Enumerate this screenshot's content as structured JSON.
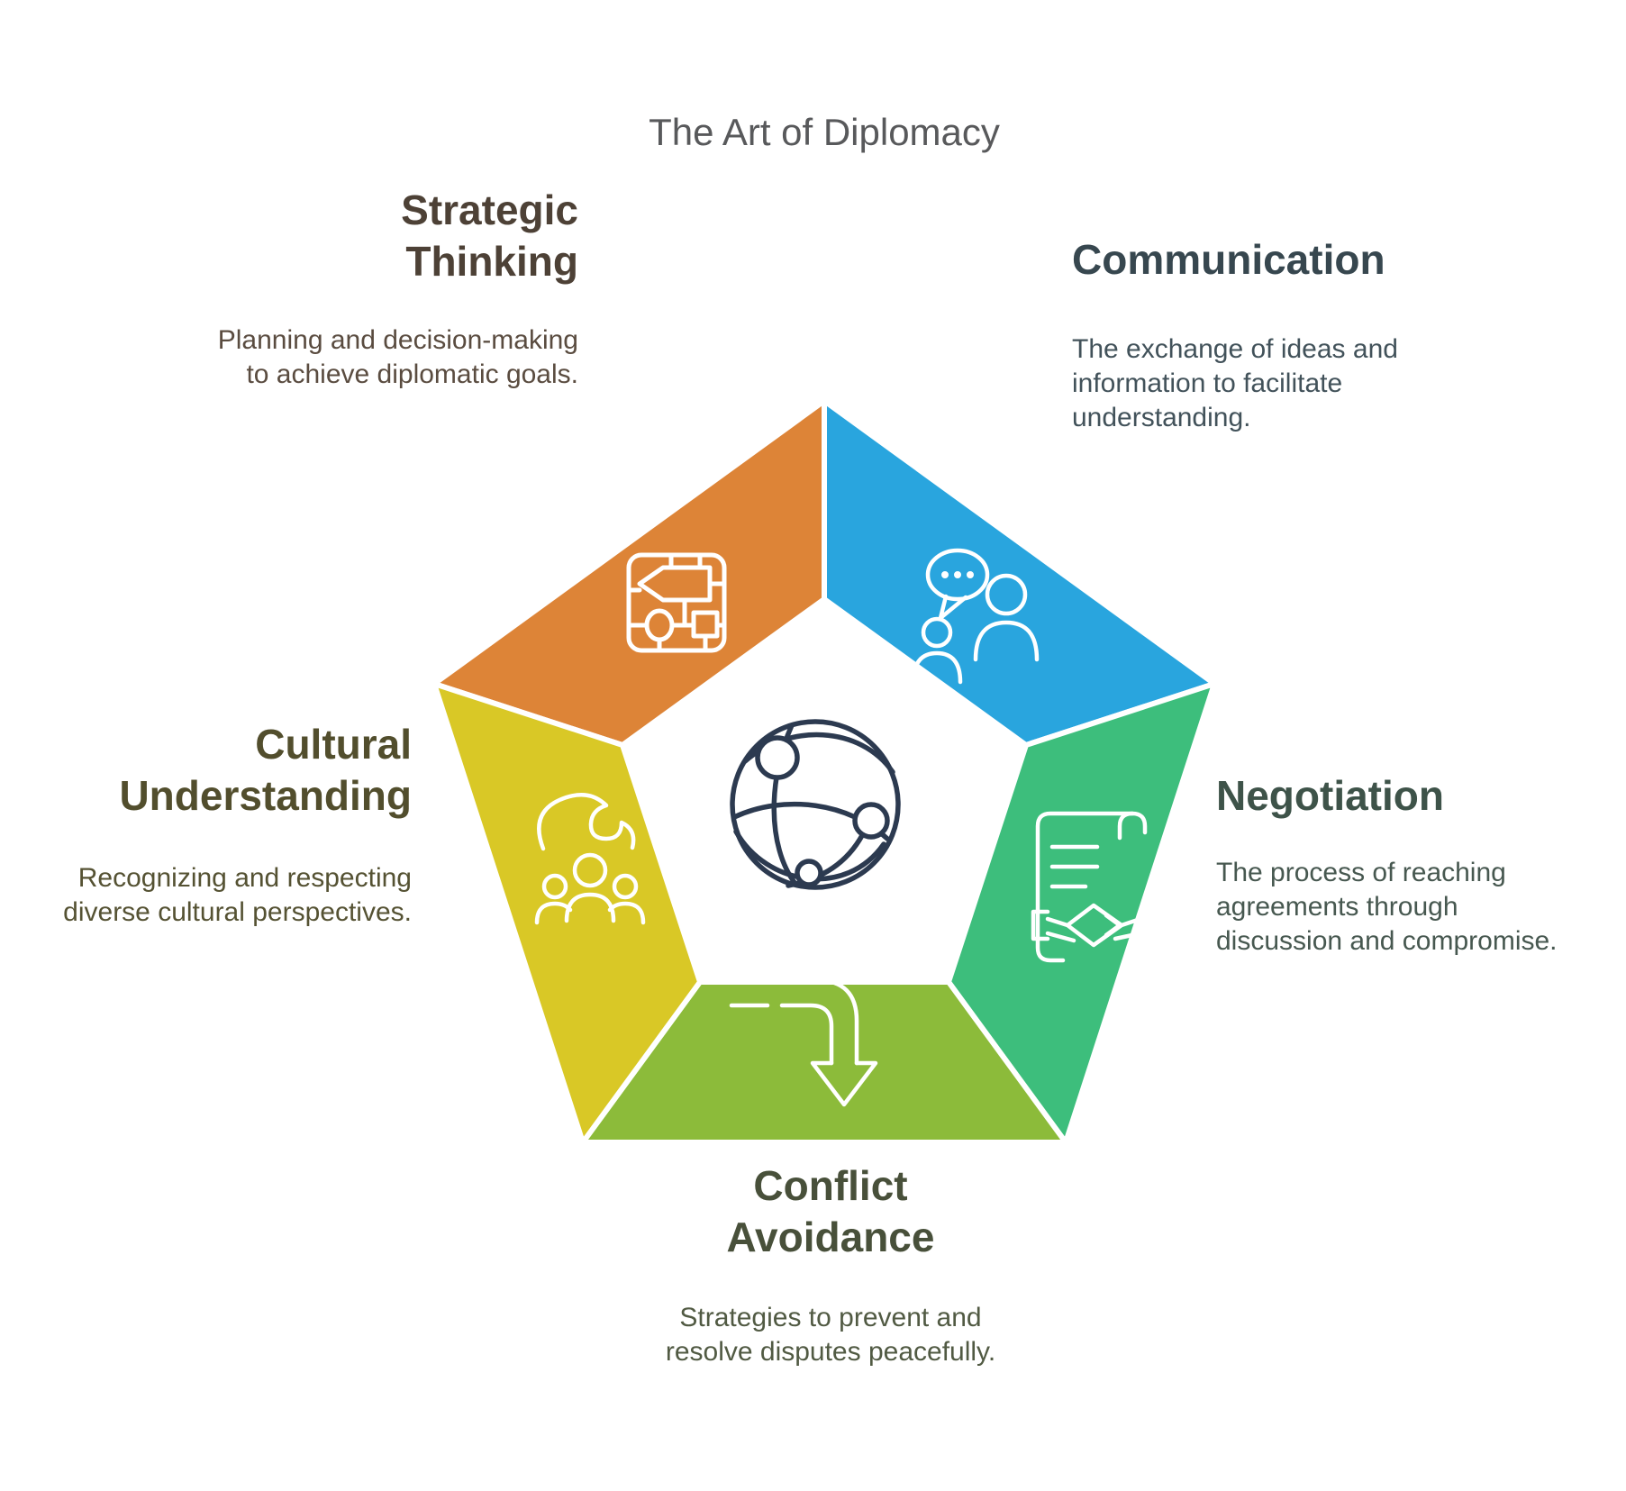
{
  "title": {
    "text": "The Art of Diplomacy",
    "color": "#58595B"
  },
  "center_icon": {
    "name": "globe-network",
    "color": "#2C3A50"
  },
  "sections": {
    "strategic_thinking": {
      "heading": [
        "Strategic",
        "Thinking"
      ],
      "body": [
        "Planning and decision-making",
        "to achieve diplomatic goals."
      ],
      "heading_color": "#4D4136",
      "body_color": "#5A4C40",
      "segment_color": "#DD8437",
      "icon": "strategy-flowchart"
    },
    "communication": {
      "heading": [
        "Communication"
      ],
      "body": [
        "The exchange of ideas and",
        "information to facilitate",
        "understanding."
      ],
      "heading_color": "#37474F",
      "body_color": "#42525A",
      "segment_color": "#29A5DE",
      "icon": "people-speech-bubble"
    },
    "negotiation": {
      "heading": [
        "Negotiation"
      ],
      "body": [
        "The process of reaching",
        "agreements through",
        "discussion and compromise."
      ],
      "heading_color": "#3E5349",
      "body_color": "#475850",
      "segment_color": "#3DBE7C",
      "icon": "contract-handshake"
    },
    "conflict_avoidance": {
      "heading": [
        "Conflict",
        "Avoidance"
      ],
      "body": [
        "Strategies to prevent and",
        "resolve disputes peacefully."
      ],
      "heading_color": "#48503A",
      "body_color": "#515A43",
      "segment_color": "#8CBB3A",
      "icon": "curved-arrow-down"
    },
    "cultural_understanding": {
      "heading": [
        "Cultural",
        "Understanding"
      ],
      "body": [
        "Recognizing and respecting",
        "diverse cultural perspectives."
      ],
      "heading_color": "#524E2D",
      "body_color": "#555233",
      "segment_color": "#D9C826",
      "icon": "hand-over-people"
    }
  }
}
